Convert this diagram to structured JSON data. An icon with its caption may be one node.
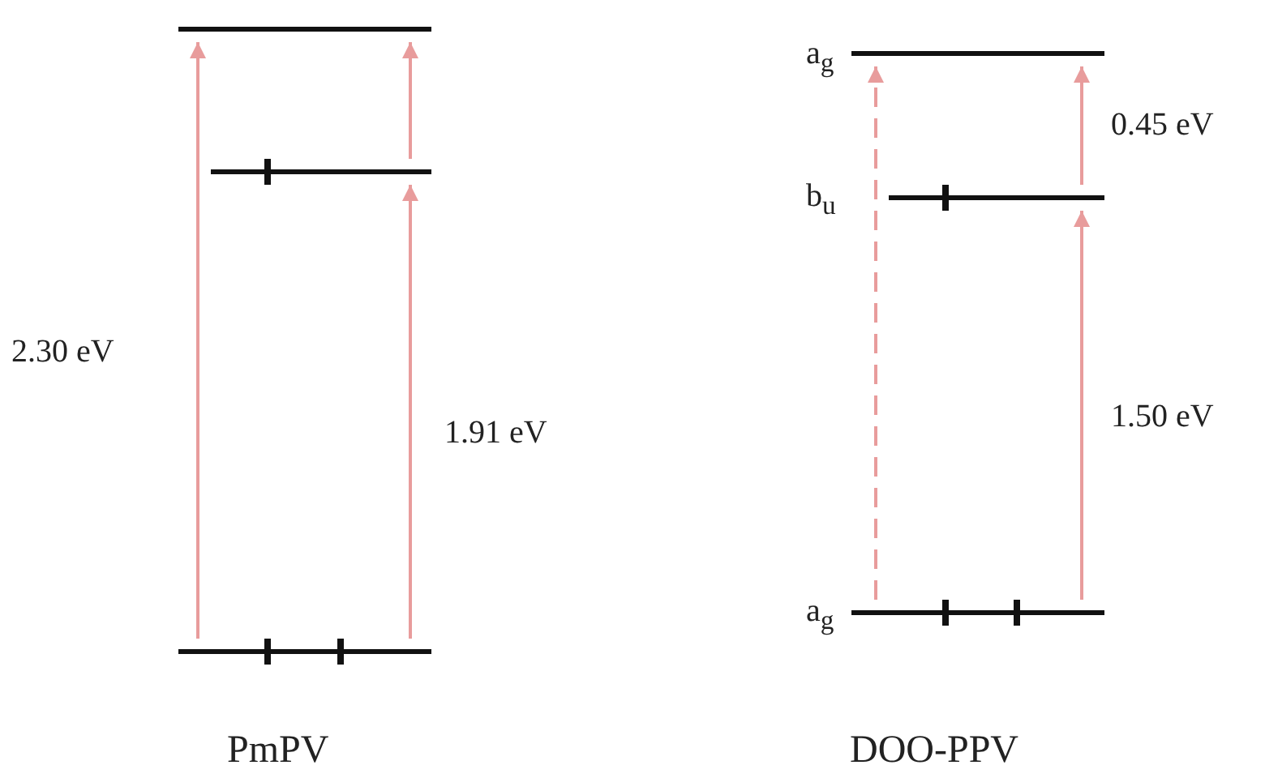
{
  "diagram": {
    "nodes": [
      {
        "text": [],
        "shape": "bar"
      },
      {
        "text": [],
        "shape": "bar"
      },
      {
        "text": [],
        "shape": "bar"
      },
      {
        "text": [],
        "shape": "bar",
        "beside": [
          "a$_{g}$"
        ]
      },
      {
        "text": [],
        "shape": "bar",
        "beside": [
          "b$_{u}$"
        ]
      },
      {
        "text": [],
        "shape": "bar",
        "beside": [
          "a$_{g}$"
        ]
      }
    ],
    "edges": [
      {
        "from": 2,
        "to": 0,
        "arrow": "to",
        "label": "2.30 eV"
      },
      {
        "from": 2,
        "to": 1,
        "arrow": "to",
        "label": "1.91 eV"
      },
      {
        "from": 1,
        "to": 0,
        "arrow": "to"
      },
      {
        "from": 5,
        "to": 3,
        "arrow": "to",
        "style": "dashed"
      },
      {
        "from": 5,
        "to": 4,
        "arrow": "to",
        "label": "1.50 eV"
      },
      {
        "from": 4,
        "to": 3,
        "arrow": "to",
        "label": "0.45 eV"
      }
    ],
    "labels": [
      "PmPV",
      "DOO-PPV"
    ]
  }
}
